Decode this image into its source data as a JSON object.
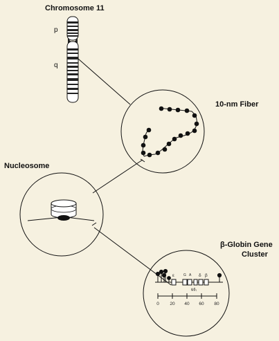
{
  "figure": {
    "chromosome_title": "Chromosome 11",
    "arm_p": "p",
    "arm_q": "q",
    "fiber_label": "10-nm Fiber",
    "nucleosome_label": "Nucleosome",
    "globin_title_line1": "β-Globin Gene",
    "globin_title_line2": "Cluster"
  },
  "globin": {
    "gene_labels": [
      "ε",
      "G",
      "A",
      "δ",
      "β"
    ],
    "pseudogene_label": "ψβ₁",
    "scale_ticks": [
      "0",
      "20",
      "40",
      "60",
      "80"
    ]
  },
  "colors": {
    "background": "#f6f1e0",
    "ink": "#111111"
  }
}
